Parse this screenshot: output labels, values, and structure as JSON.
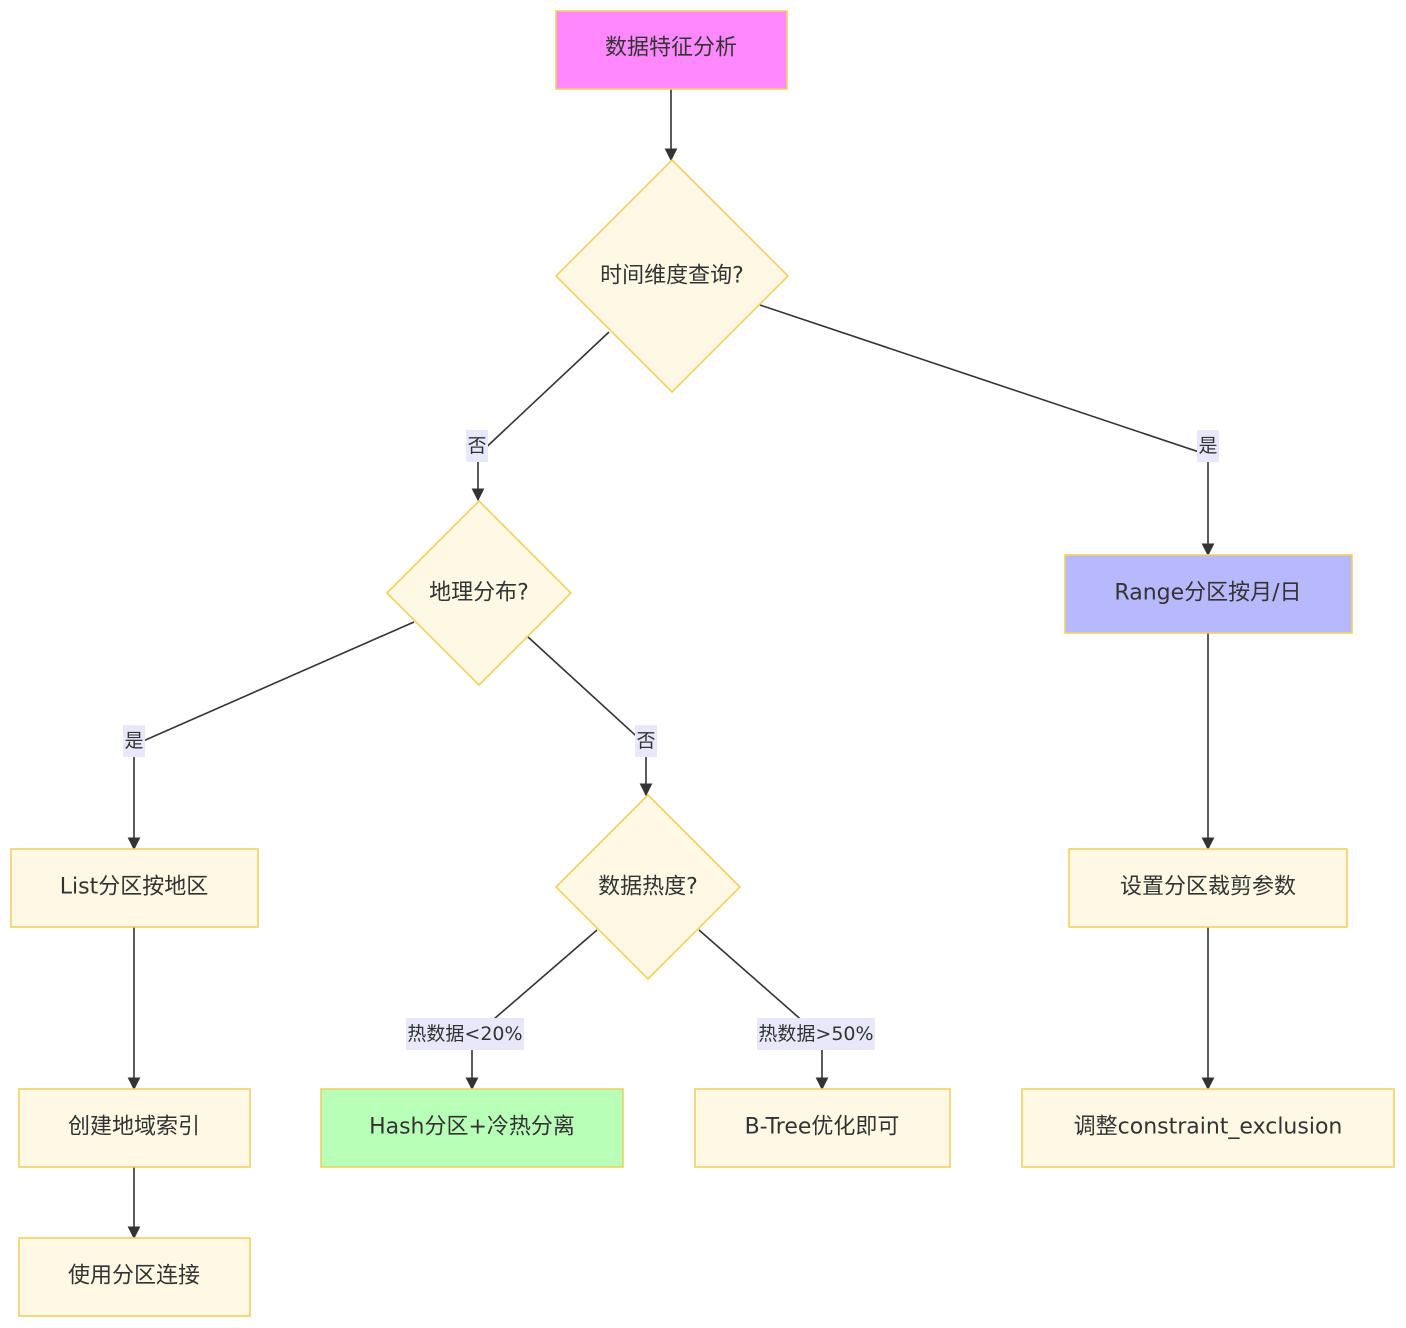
{
  "colors": {
    "start_fill": "#ff88ff",
    "default_fill": "#fff8e4",
    "node_stroke": "#f0d060",
    "range_fill": "#b8b8ff",
    "hash_fill": "#b8ffb8",
    "label_bg": "#e8e8fa",
    "text": "#333333",
    "edge": "#333333"
  },
  "nodes": {
    "start": "数据特征分析",
    "time_query": "时间维度查询?",
    "geo": "地理分布?",
    "range_partition": "Range分区按月/日",
    "list_partition": "List分区按地区",
    "heat": "数据热度?",
    "pruning": "设置分区裁剪参数",
    "geo_index": "创建地域索引",
    "hash_partition": "Hash分区+冷热分离",
    "btree": "B-Tree优化即可",
    "constraint": "调整constraint_exclusion",
    "partition_join": "使用分区连接"
  },
  "edge_labels": {
    "time_no": "否",
    "time_yes": "是",
    "geo_yes": "是",
    "geo_no": "否",
    "heat_low": "热数据<20%",
    "heat_high": "热数据>50%"
  }
}
